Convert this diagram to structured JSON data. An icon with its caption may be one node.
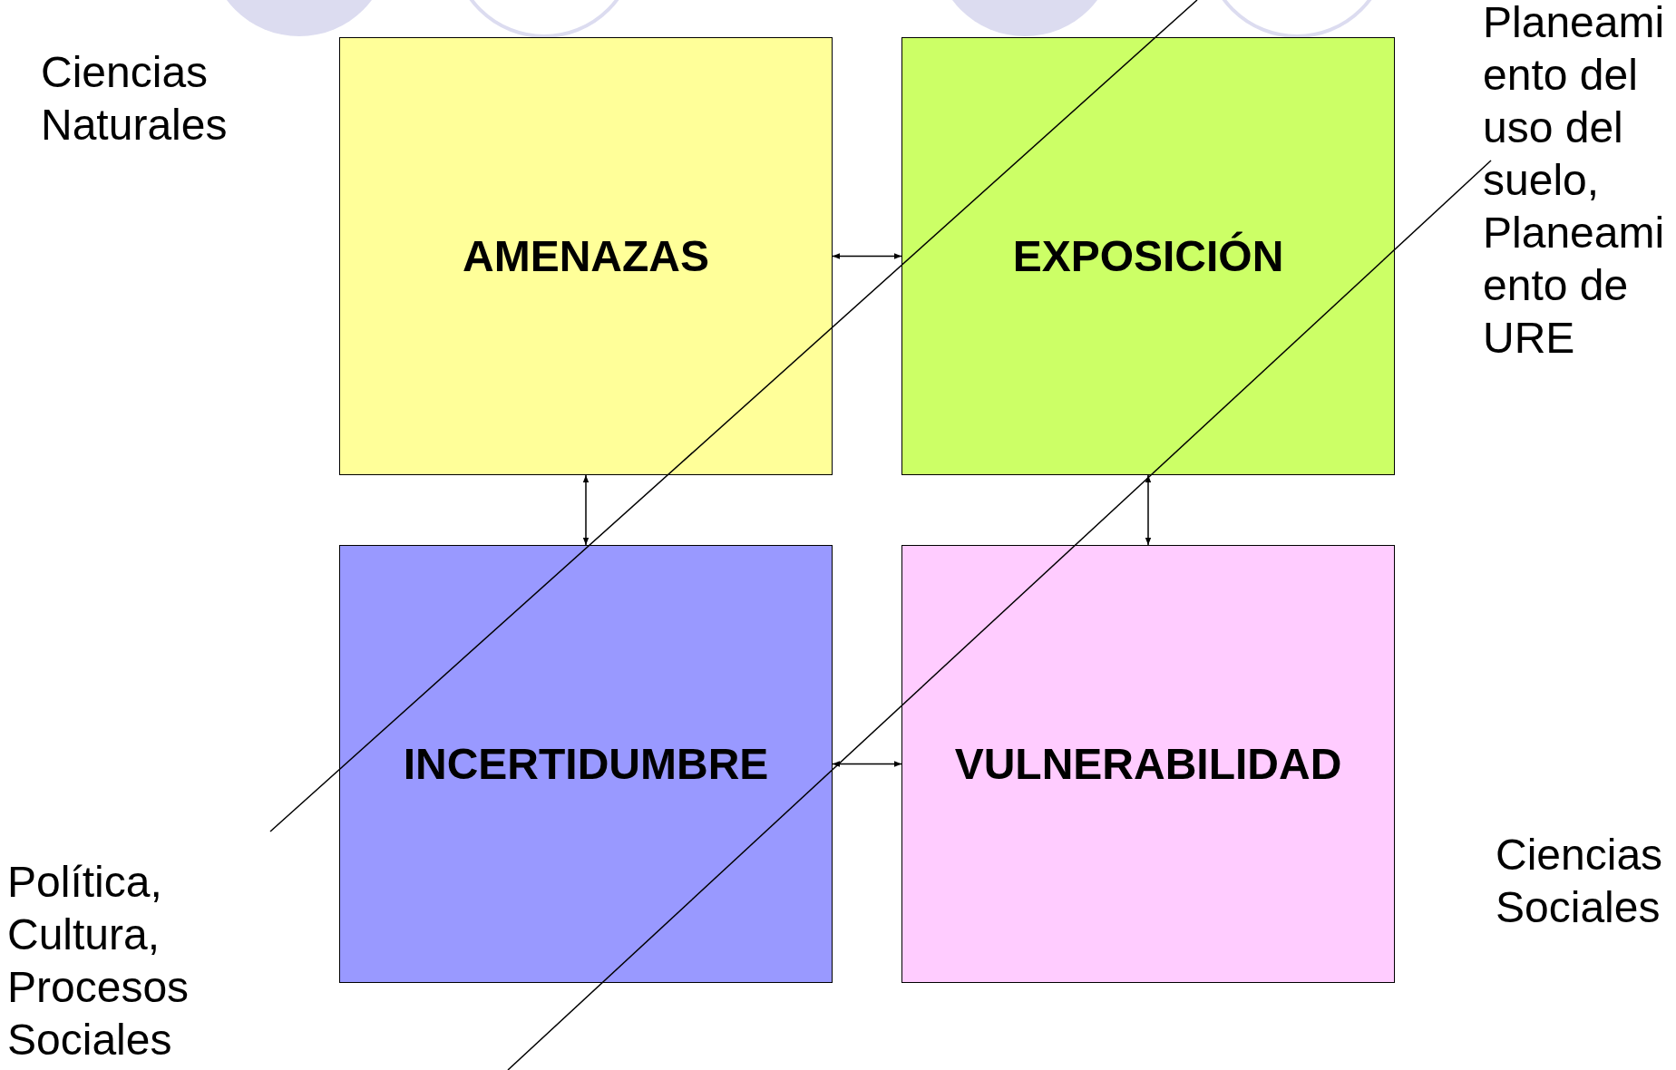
{
  "diagram": {
    "nodes": [
      {
        "text": [
          "AMENAZAS"
        ]
      },
      {
        "text": [
          "EXPOSICIÓN"
        ]
      },
      {
        "text": [
          "INCERTIDUMBRE"
        ]
      },
      {
        "text": [
          "VULNERABILIDAD"
        ]
      }
    ],
    "edges": [
      {
        "from": 0,
        "to": 1,
        "arrow": "both"
      },
      {
        "from": 0,
        "to": 2,
        "arrow": "both"
      },
      {
        "from": 1,
        "to": 3,
        "arrow": "both"
      },
      {
        "from": 2,
        "to": 3,
        "arrow": "both"
      }
    ],
    "labels": [
      "Planeamiento del uso del suelo, Planeamiento de URE",
      "Ciencias Naturales",
      "Ciencias Sociales",
      "Política, Cultura, Procesos Sociales"
    ]
  }
}
